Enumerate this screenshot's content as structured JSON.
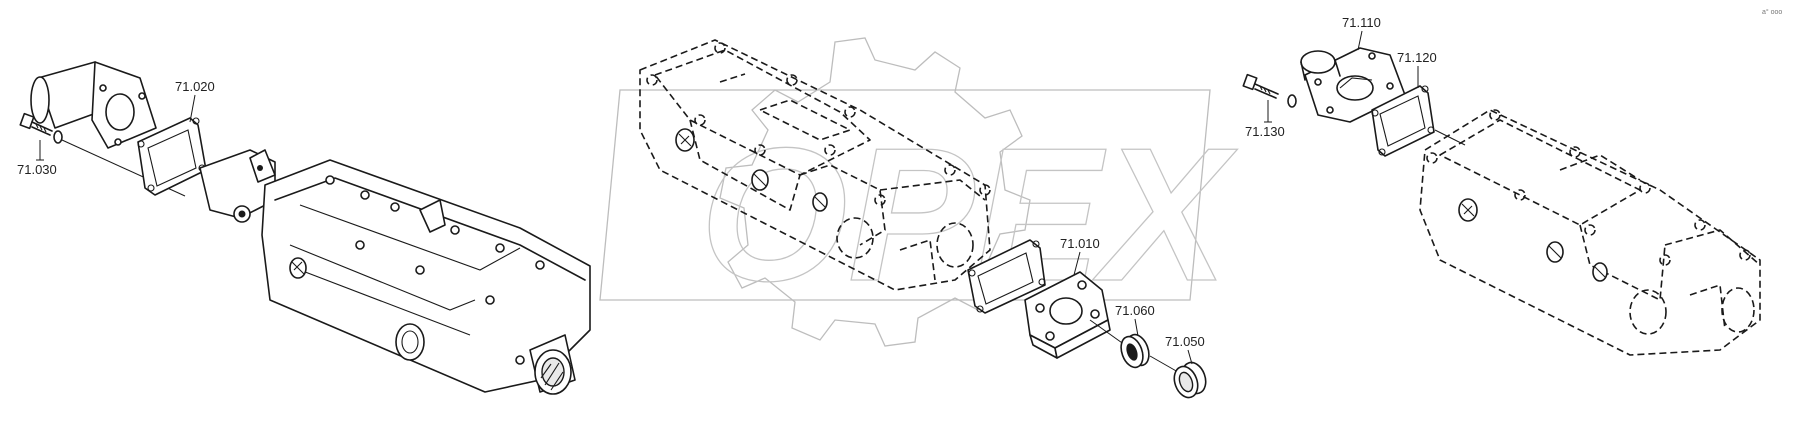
{
  "diagram": {
    "watermark_text": "OPEX",
    "corner_mark": "a° ooo",
    "callouts": [
      {
        "id": "71.020",
        "text": "71.020"
      },
      {
        "id": "71.030",
        "text": "71.030"
      },
      {
        "id": "71.010",
        "text": "71.010"
      },
      {
        "id": "71.060",
        "text": "71.060"
      },
      {
        "id": "71.050",
        "text": "71.050"
      },
      {
        "id": "71.110",
        "text": "71.110"
      },
      {
        "id": "71.120",
        "text": "71.120"
      },
      {
        "id": "71.130",
        "text": "71.130"
      }
    ]
  }
}
